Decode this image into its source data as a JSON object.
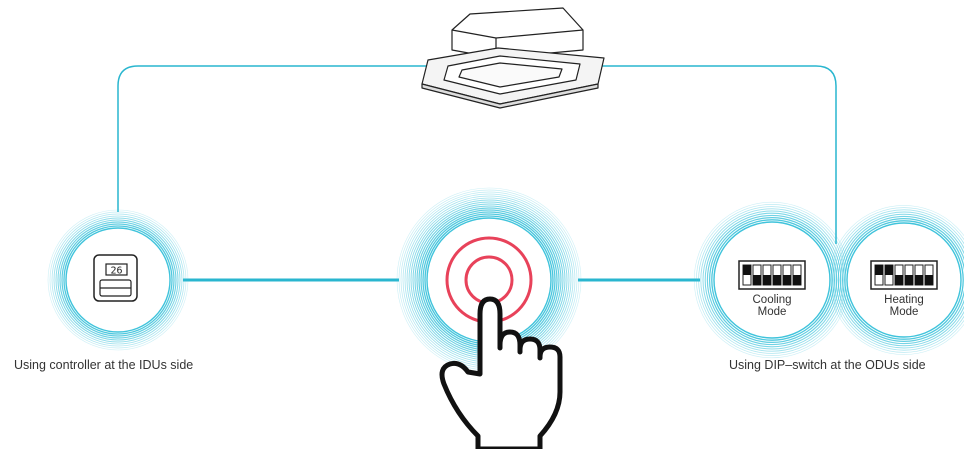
{
  "colors": {
    "line": "#29b6cf",
    "ring": "#3fc3db",
    "button_ring": "#e8425a",
    "outline": "#222222",
    "text": "#333333"
  },
  "left_node": {
    "caption": "Using controller at the IDUs side",
    "controller_display": "26",
    "icon": "wall-controller-icon"
  },
  "center_node": {
    "icon": "power-button-icon",
    "hand_icon": "pointing-hand-icon"
  },
  "right_nodes": {
    "caption": "Using DIP–switch at the ODUs side",
    "cooling": {
      "label_line1": "Cooling",
      "label_line2": "Mode",
      "icon": "dip-switch-icon"
    },
    "heating": {
      "label_line1": "Heating",
      "label_line2": "Mode",
      "icon": "dip-switch-icon"
    }
  },
  "top_node": {
    "icon": "cassette-air-conditioner-icon"
  }
}
